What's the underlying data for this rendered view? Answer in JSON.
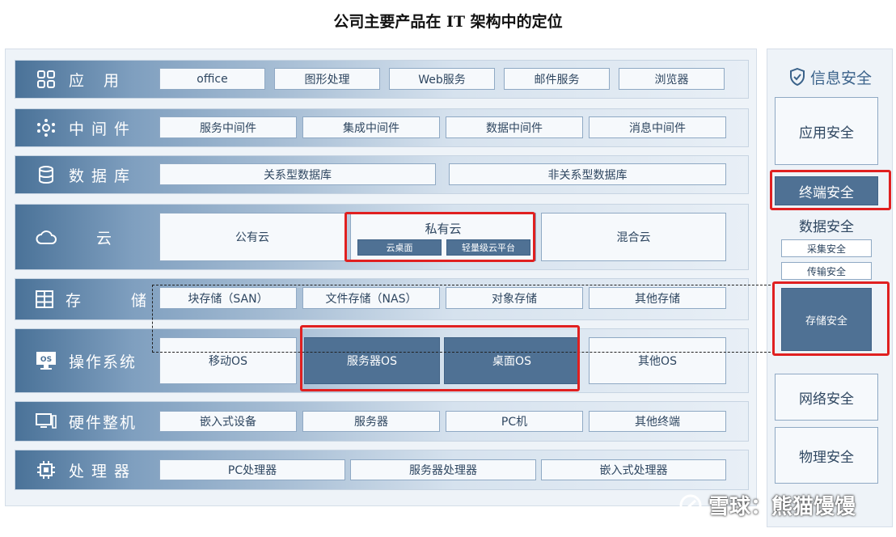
{
  "title": "公司主要产品在 IT 架构中的定位",
  "layers": {
    "app": {
      "label": "应 用",
      "icon": "grid-icon",
      "items": [
        "office",
        "图形处理",
        "Web服务",
        "邮件服务",
        "浏览器"
      ]
    },
    "middleware": {
      "label": "中间件",
      "icon": "nodes-icon",
      "items": [
        "服务中间件",
        "集成中间件",
        "数据中间件",
        "消息中间件"
      ]
    },
    "database": {
      "label": "数据库",
      "icon": "database-icon",
      "items": [
        "关系型数据库",
        "非关系型数据库"
      ]
    },
    "cloud": {
      "label": "云",
      "icon": "cloud-icon",
      "public": "公有云",
      "private": "私有云",
      "private_sub": [
        "云桌面",
        "轻量级云平台"
      ],
      "hybrid": "混合云"
    },
    "storage": {
      "label": "存 储",
      "icon": "storage-icon",
      "items": [
        "块存储（SAN）",
        "文件存储（NAS）",
        "对象存储",
        "其他存储"
      ]
    },
    "os": {
      "label": "操作系统",
      "icon": "monitor-os-icon",
      "icon_text": "OS",
      "items": [
        "移动OS",
        "服务器OS",
        "桌面OS",
        "其他OS"
      ]
    },
    "hardware": {
      "label": "硬件整机",
      "icon": "computer-icon",
      "items": [
        "嵌入式设备",
        "服务器",
        "PC机",
        "其他终端"
      ]
    },
    "processor": {
      "label": "处理器",
      "icon": "chip-icon",
      "items": [
        "PC处理器",
        "服务器处理器",
        "嵌入式处理器"
      ]
    }
  },
  "security": {
    "title": "信息安全",
    "icon": "shield-icon",
    "app_security": "应用安全",
    "terminal_security": "终端安全",
    "data_security": "数据安全",
    "data_sub": [
      "采集安全",
      "传输安全"
    ],
    "storage_security": "存储安全",
    "network_security": "网络安全",
    "physical_security": "物理安全"
  },
  "watermark": "雪球：熊猫馒馒",
  "colors": {
    "accent_dark": "#4f7194",
    "highlight_red": "#e02020"
  }
}
